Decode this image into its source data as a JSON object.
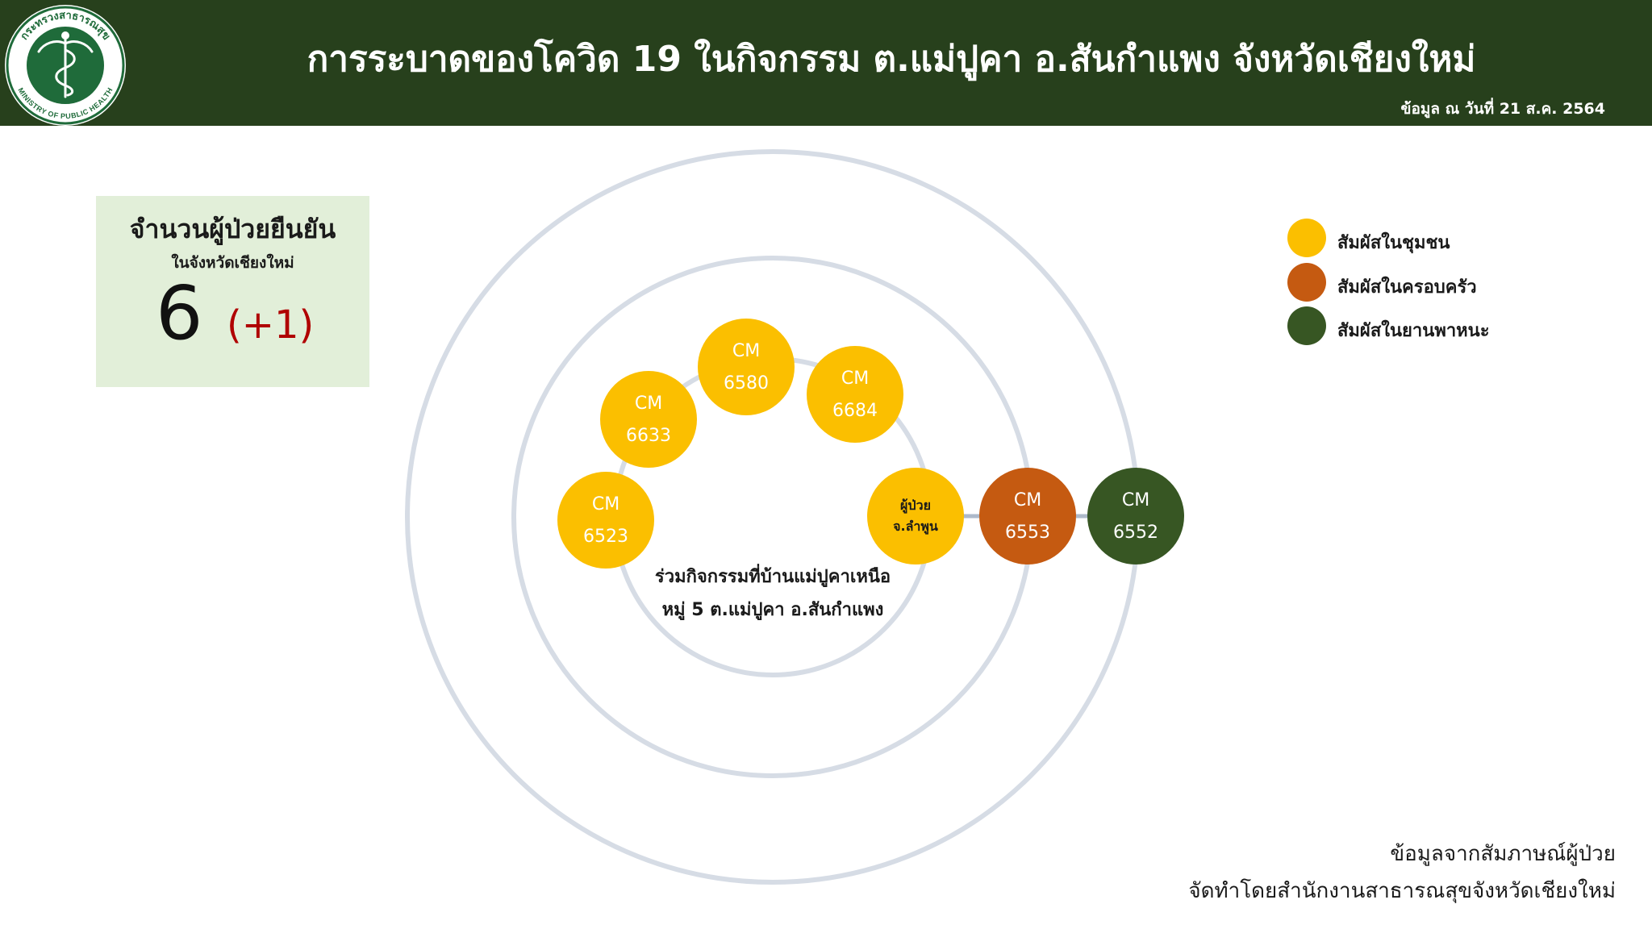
{
  "header": {
    "title": "การระบาดของโควิด 19 ในกิจกรรม ต.แม่ปูคา อ.สันกำแพง จังหวัดเชียงใหม่",
    "as_of": "ข้อมูล ณ วันที่ 21 ส.ค. 2564",
    "logo_icon": "ministry-of-public-health-seal",
    "logo_text_top": "กระทรวงสาธารณสุข",
    "logo_text_bottom": "MINISTRY OF PUBLIC HEALTH"
  },
  "stats": {
    "title": "จำนวนผู้ป่วยยืนยัน",
    "subtitle": "ในจังหวัดเชียงใหม่",
    "count": "6",
    "delta": "(+1)"
  },
  "colors": {
    "header_bg": "#27401c",
    "community": "#fbbf00",
    "family": "#c55a11",
    "vehicle": "#375623",
    "rings": "#d6dce5",
    "delta": "#b00000"
  },
  "legend": [
    {
      "label": "สัมผัสในชุมชน",
      "color": "#fbbf00"
    },
    {
      "label": "สัมผัสในครอบครัว",
      "color": "#c55a11"
    },
    {
      "label": "สัมผัสในยานพาหนะ",
      "color": "#375623"
    }
  ],
  "event": {
    "line1": "ร่วมกิจกรรมที่บ้านแม่ปูคาเหนือ",
    "line2": "หมู่ 5 ต.แม่ปูคา อ.สันกำแพง"
  },
  "nodes": [
    {
      "id": "cm6523",
      "line1": "CM",
      "line2": "6523",
      "category": "community"
    },
    {
      "id": "cm6633",
      "line1": "CM",
      "line2": "6633",
      "category": "community"
    },
    {
      "id": "cm6580",
      "line1": "CM",
      "line2": "6580",
      "category": "community"
    },
    {
      "id": "cm6684",
      "line1": "CM",
      "line2": "6684",
      "category": "community"
    },
    {
      "id": "lamphun-patient",
      "line1": "ผู้ป่วย",
      "line2": "จ.ลำพูน",
      "category": "community"
    },
    {
      "id": "cm6553",
      "line1": "CM",
      "line2": "6553",
      "category": "family"
    },
    {
      "id": "cm6552",
      "line1": "CM",
      "line2": "6552",
      "category": "vehicle"
    }
  ],
  "links": [
    [
      "lamphun-patient",
      "cm6553"
    ],
    [
      "cm6553",
      "cm6552"
    ]
  ],
  "credits": {
    "line1": "ข้อมูลจากสัมภาษณ์ผู้ป่วย",
    "line2": "จัดทำโดยสำนักงานสาธารณสุขจังหวัดเชียงใหม่"
  }
}
